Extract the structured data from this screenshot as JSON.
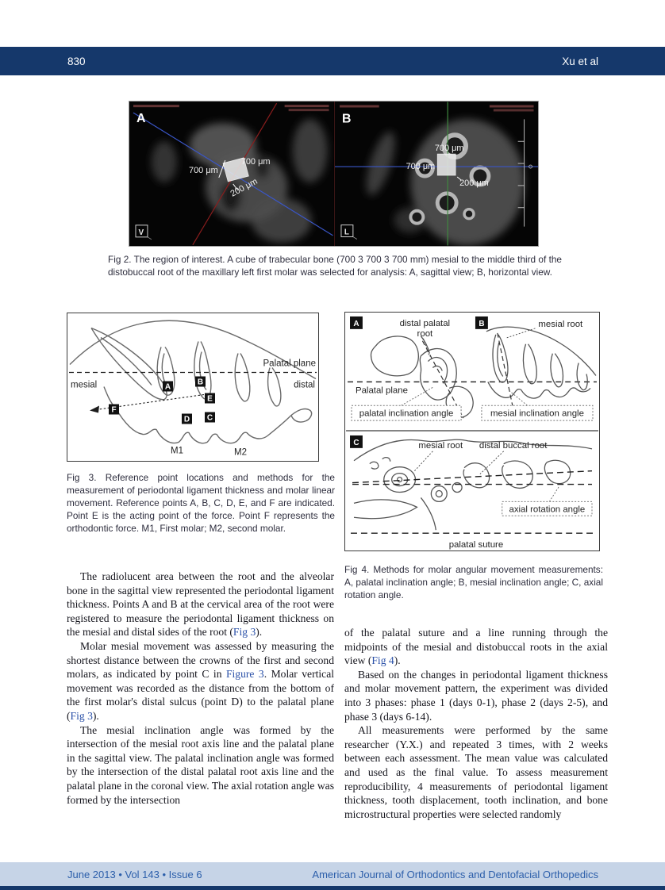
{
  "header": {
    "page_number": "830",
    "running_author": "Xu et al"
  },
  "colors": {
    "header_navy": "#15386b",
    "footer_band": "#c6d4e7",
    "footer_text": "#2b5eaa",
    "link_blue": "#2a50a8",
    "body_ink": "#14141c"
  },
  "fig2": {
    "panel_a_letter": "A",
    "panel_b_letter": "B",
    "cube_side_label": "700 μm",
    "cube_depth_label": "200 μm",
    "orientation_a": "V",
    "orientation_b": "L",
    "caption": "Fig 2. The region of interest. A cube of trabecular bone (700 3 700 3 700 mm) mesial to the middle third of the distobuccal root of the maxillary left first molar was selected for analysis: A, sagittal view; B, horizontal view."
  },
  "fig3": {
    "labels": {
      "palatal_plane": "Palatal plane",
      "mesial": "mesial",
      "distal": "distal",
      "m1": "M1",
      "m2": "M2",
      "points": {
        "a": "A",
        "b": "B",
        "c": "C",
        "d": "D",
        "e": "E",
        "f": "F"
      }
    },
    "caption": "Fig 3. Reference point locations and methods for the measurement of periodontal ligament thickness and molar linear movement. Reference points A, B, C, D, E, and F are indicated. Point E is the acting point of the force. Point F represents the orthodontic force. M1, First molar; M2, second molar."
  },
  "fig4": {
    "labels": {
      "panel_a": "A",
      "panel_b": "B",
      "panel_c": "C",
      "distal_palatal_line1": "distal palatal",
      "distal_palatal_line2": "root",
      "mesial_root_b": "mesial root",
      "palatal_plane": "Palatal plane",
      "palatal_inclination": "palatal inclination angle",
      "mesial_inclination": "mesial inclination angle",
      "mesial_root_c": "mesial root",
      "distal_buccal_root": "distal buccal root",
      "axial_rotation": "axial rotation angle",
      "palatal_suture": "palatal suture"
    },
    "caption": "Fig 4. Methods for molar angular movement measurements: A, palatal inclination angle; B, mesial inclination angle; C, axial rotation angle."
  },
  "body": {
    "left": {
      "p1": [
        {
          "t": "The radiolucent area between the root and the alveolar bone in the sagittal view represented the periodontal ligament thickness. Points A and B at the cervical area of the root were registered to measure the periodontal ligament thickness on the mesial and distal sides of the root (",
          "link": false
        },
        {
          "t": "Fig 3",
          "link": true
        },
        {
          "t": ").",
          "link": false
        }
      ],
      "p2": [
        {
          "t": "Molar mesial movement was assessed by measuring the shortest distance between the crowns of the first and second molars, as indicated by point C in ",
          "link": false
        },
        {
          "t": "Figure 3",
          "link": true
        },
        {
          "t": ". Molar vertical movement was recorded as the distance from the bottom of the first molar's distal sulcus (point D) to the palatal plane (",
          "link": false
        },
        {
          "t": "Fig 3",
          "link": true
        },
        {
          "t": ").",
          "link": false
        }
      ],
      "p3": [
        {
          "t": "The mesial inclination angle was formed by the intersection of the mesial root axis line and the palatal plane in the sagittal view. The palatal inclination angle was formed by the intersection of the distal palatal root axis line and the palatal plane in the coronal view. The axial rotation angle was formed by the intersection",
          "link": false
        }
      ]
    },
    "right": {
      "p1": [
        {
          "t": "of the palatal suture and a line running through the midpoints of the mesial and distobuccal roots in the axial view (",
          "link": false
        },
        {
          "t": "Fig 4",
          "link": true
        },
        {
          "t": ").",
          "link": false
        }
      ],
      "p2": [
        {
          "t": "Based on the changes in periodontal ligament thickness and molar movement pattern, the experiment was divided into 3 phases: phase 1 (days 0-1), phase 2 (days 2-5), and phase 3 (days 6-14).",
          "link": false
        }
      ],
      "p3": [
        {
          "t": "All measurements were performed by the same researcher (Y.X.) and repeated 3 times, with 2 weeks between each assessment. The mean value was calculated and used as the final value. To assess measurement reproducibility, 4 measurements of periodontal ligament thickness, tooth displacement, tooth inclination, and bone microstructural properties were selected randomly",
          "link": false
        }
      ]
    }
  },
  "footer": {
    "issue_info": "June 2013 • Vol 143 • Issue 6",
    "journal_name": "American Journal of Orthodontics and Dentofacial Orthopedics"
  }
}
